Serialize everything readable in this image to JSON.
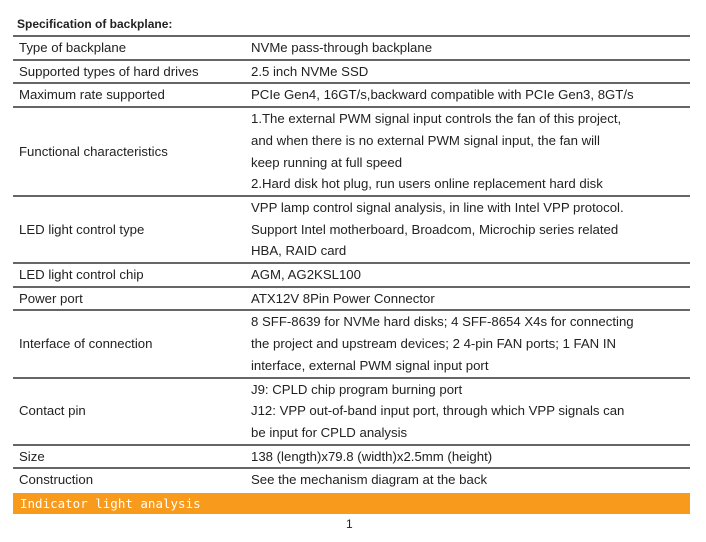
{
  "title": "Specification of backplane:",
  "rows": [
    {
      "key": "Type of backplane",
      "lines": [
        "NVMe pass-through backplane"
      ]
    },
    {
      "key": "Supported types of hard drives",
      "lines": [
        "2.5 inch NVMe SSD"
      ]
    },
    {
      "key": "Maximum rate supported",
      "lines": [
        "PCIe Gen4, 16GT/s,backward compatible with PCIe Gen3, 8GT/s"
      ]
    },
    {
      "key": "Functional characteristics",
      "lines": [
        "1.The external PWM signal input controls the fan of this project,",
        "and when there is no external PWM signal input, the fan will",
        "keep running at full speed",
        "2.Hard disk hot plug, run users online replacement hard disk"
      ]
    },
    {
      "key": "LED light control type",
      "lines": [
        "VPP lamp control signal analysis, in line with Intel VPP protocol.",
        "Support Intel motherboard, Broadcom, Microchip series related",
        "HBA, RAID card"
      ]
    },
    {
      "key": "LED light control chip",
      "lines": [
        "AGM, AG2KSL100"
      ]
    },
    {
      "key": "Power port",
      "lines": [
        "ATX12V 8Pin Power Connector"
      ]
    },
    {
      "key": "Interface of connection",
      "lines": [
        "8 SFF-8639 for NVMe hard disks; 4 SFF-8654 X4s for connecting",
        "the project and upstream devices; 2 4-pin FAN ports; 1 FAN IN",
        "interface, external PWM signal input port"
      ]
    },
    {
      "key": "Contact pin",
      "lines": [
        "J9: CPLD chip program burning port",
        "J12: VPP out-of-band input port, through which VPP signals can",
        "be input for CPLD analysis"
      ]
    },
    {
      "key": "Size",
      "lines": [
        "138 (length)x79.8 (width)x2.5mm (height)"
      ]
    },
    {
      "key": "Construction",
      "lines": [
        "See the mechanism diagram at the back"
      ]
    }
  ],
  "section_heading": "Indicator light analysis",
  "page_number": "1"
}
